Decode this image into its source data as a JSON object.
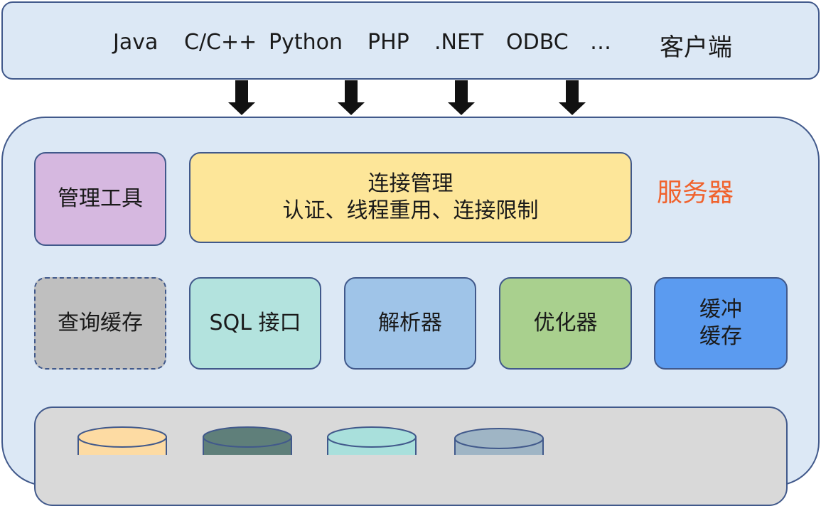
{
  "client": {
    "items": [
      "Java",
      "C/C++",
      "Python",
      "PHP",
      ".NET",
      "ODBC",
      "…"
    ],
    "label": "客户端"
  },
  "server": {
    "label": "服务器",
    "label_color": "#f0622d",
    "modules": {
      "mgmt_tools": "管理工具",
      "connection": {
        "title": "连接管理",
        "subtitle": "认证、线程重用、连接限制"
      },
      "query_cache": "查询缓存",
      "sql_interface": "SQL 接口",
      "parser": "解析器",
      "optimizer": "优化器",
      "buffer": [
        "缓冲",
        "缓存"
      ]
    }
  },
  "colors": {
    "client_bg": "#dce8f5",
    "server_bg": "#dce8f5",
    "border": "#41598b",
    "mgmt_tools": "#d6b8e0",
    "connection": "#fde699",
    "query_cache": "#bfbfbf",
    "sql_interface": "#b3e3de",
    "parser": "#9fc4e8",
    "optimizer": "#a9d08e",
    "buffer": "#5b9bf0",
    "storage_bg": "#d9d9d9",
    "cylinders": [
      "#fddba3",
      "#5f7f7a",
      "#a9e0dc",
      "#9fb5c5"
    ]
  }
}
